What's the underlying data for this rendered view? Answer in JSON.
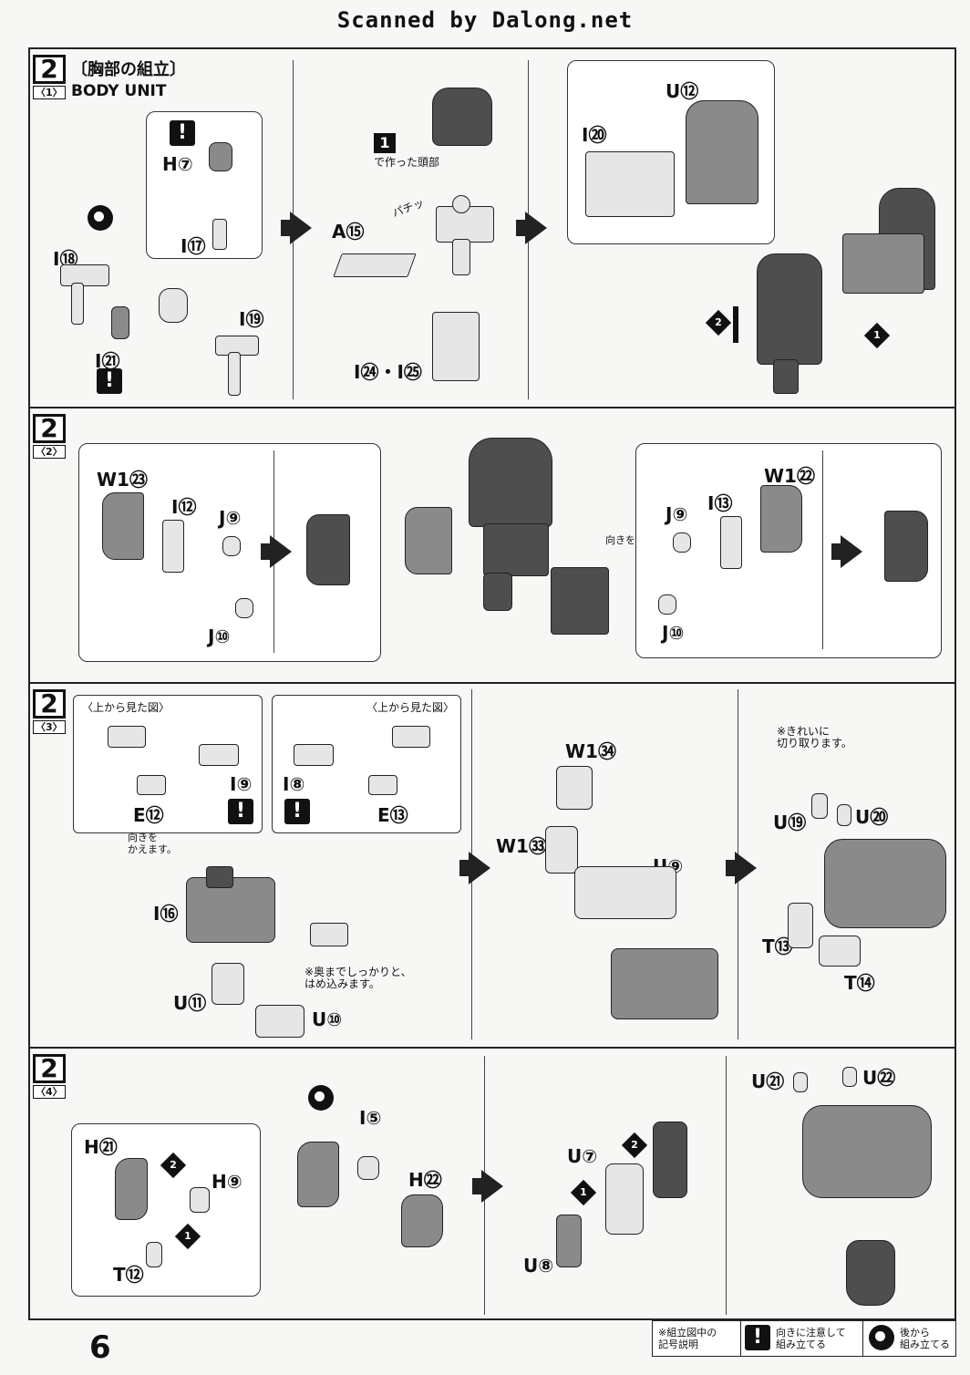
{
  "header": {
    "scan_credit": "Scanned by Dalong.net"
  },
  "page_number": "6",
  "step2": {
    "number": "2",
    "title_jp": "〔胸部の組立〕",
    "sub1": {
      "label": "〈1〉",
      "title_en": "BODY UNIT",
      "parts": [
        "H⑦",
        "I⑰",
        "I⑱",
        "I㉑",
        "I⑲",
        "A⑮",
        "I㉔・I㉕",
        "U⑫",
        "I⑳"
      ],
      "step_ref": "1",
      "step_ref_text": "で作った頭部",
      "snap_text": "パチッ",
      "order_marks": [
        "1",
        "2"
      ]
    },
    "sub2": {
      "label": "〈2〉",
      "parts_left": [
        "W1㉓",
        "I⑫",
        "J⑨",
        "J⑩"
      ],
      "parts_right": [
        "W1㉒",
        "I⑬",
        "J⑨",
        "J⑩"
      ],
      "orient_note": "向きを\nかえます。"
    },
    "sub3": {
      "label": "〈3〉",
      "view_label_left": "〈上から見た図〉",
      "view_label_right": "〈上から見た図〉",
      "parts": [
        "E⑫",
        "I⑨",
        "I⑧",
        "E⑬",
        "I⑯",
        "U⑪",
        "U⑩",
        "W1㉞",
        "W1㉝",
        "U⑨",
        "U⑲",
        "U⑳",
        "T⑬",
        "T⑭"
      ],
      "orient_note": "向きを\nかえます。",
      "press_note": "※奥までしっかりと、\nはめ込みます。",
      "cut_note": "※きれいに\n切り取ります。"
    },
    "sub4": {
      "label": "〈4〉",
      "parts": [
        "H㉑",
        "H⑨",
        "T⑫",
        "I⑤",
        "H㉒",
        "U⑦",
        "U⑧",
        "U㉑",
        "U㉒"
      ],
      "order_marks": [
        "1",
        "2"
      ]
    }
  },
  "legend": {
    "title": "※組立図中の\n記号説明",
    "caution_text": "向きに注意して\n組み立てる",
    "rear_text": "後から\n組み立てる"
  }
}
